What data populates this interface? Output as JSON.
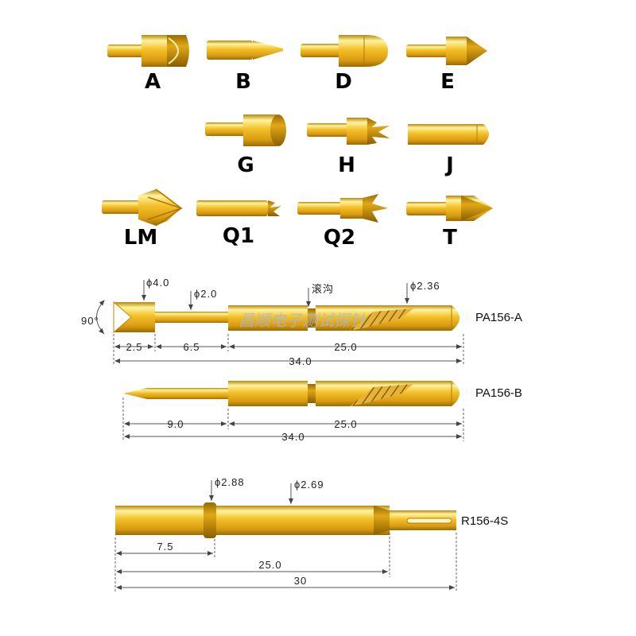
{
  "colors": {
    "gold_light": "#fff3a0",
    "gold_mid": "#f4c12a",
    "gold_dark": "#b07d05",
    "watermark": "#9fb8e8"
  },
  "tips": [
    {
      "label": "A",
      "shape": "cup"
    },
    {
      "label": "B",
      "shape": "spear"
    },
    {
      "label": "D",
      "shape": "dome"
    },
    {
      "label": "E",
      "shape": "cone"
    },
    {
      "label": "G",
      "shape": "flat"
    },
    {
      "label": "H",
      "shape": "crown"
    },
    {
      "label": "J",
      "shape": "round"
    },
    {
      "label": "LM",
      "shape": "multi-point"
    },
    {
      "label": "Q1",
      "shape": "small-crown"
    },
    {
      "label": "Q2",
      "shape": "four-point"
    },
    {
      "label": "T",
      "shape": "chisel"
    }
  ],
  "probe_a": {
    "model": "PA156-A",
    "angle": "90°",
    "dia_head": "ϕ4.0",
    "dia_plunger": "ϕ2.0",
    "groove": "滚沟",
    "dia_barrel": "ϕ2.36",
    "dim_head": "2.5",
    "dim_plunger": "6.5",
    "dim_barrel": "25.0",
    "dim_total": "34.0",
    "watermark": "昌顺电子测试探针"
  },
  "probe_b": {
    "model": "PA156-B",
    "dim_plunger": "9.0",
    "dim_barrel": "25.0",
    "dim_total": "34.0"
  },
  "receptacle": {
    "model": "R156-4S",
    "dia_ring": "ϕ2.88",
    "dia_body": "ϕ2.69",
    "dim_ring": "7.5",
    "dim_body": "25.0",
    "dim_total": "30"
  }
}
